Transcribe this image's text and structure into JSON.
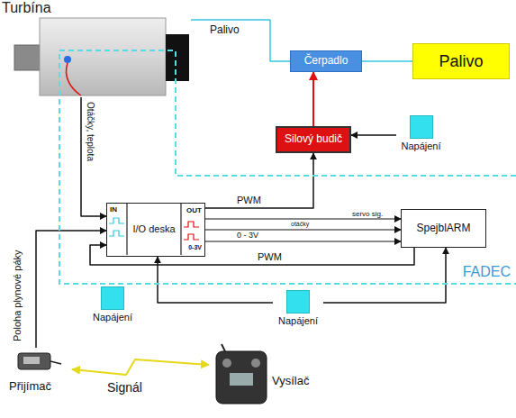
{
  "diagram": {
    "nodes": [
      {
        "text": [
          "Turbína"
        ]
      },
      {
        "text": [
          "Čerpadlo"
        ]
      },
      {
        "text": [
          "Palivo"
        ]
      },
      {
        "text": [
          "Silový budič"
        ]
      },
      {
        "text": [
          "Napájení"
        ]
      },
      {
        "text": [
          "FADEC"
        ]
      },
      {
        "text": [
          "IN",
          "I/O deska",
          "OUT",
          "0-3V"
        ],
        "in": 5
      },
      {
        "text": [
          "SpejblARM"
        ],
        "in": 5
      },
      {
        "text": [
          "Napájení"
        ]
      },
      {
        "text": [
          "Napájení"
        ]
      },
      {
        "text": [
          "Přijímač"
        ]
      },
      {
        "text": [
          "Vysílač"
        ]
      }
    ],
    "edges": [
      {
        "from": 1,
        "to": 0,
        "label": "Palivo",
        "arrow": "none"
      },
      {
        "from": 1,
        "to": 2,
        "arrow": "none"
      },
      {
        "from": 3,
        "to": 1,
        "arrow": "to"
      },
      {
        "from": 4,
        "to": 3,
        "arrow": "to"
      },
      {
        "from": 0,
        "to": 6,
        "label": "Otáčky, teplota",
        "arrow": "to"
      },
      {
        "from": 6,
        "to": 3,
        "label": "PWM",
        "arrow": "to"
      },
      {
        "from": 6,
        "to": 7,
        "label": "servo sig.",
        "arrow": "to"
      },
      {
        "from": 6,
        "to": 7,
        "label": "otáčky",
        "arrow": "to"
      },
      {
        "from": 6,
        "to": 7,
        "label": "0 - 3V",
        "arrow": "to"
      },
      {
        "from": 7,
        "to": 6,
        "label": "PWM",
        "arrow": "to"
      },
      {
        "from": 10,
        "to": 6,
        "label": "Poloha plynové páky",
        "arrow": "to"
      },
      {
        "from": 9,
        "to": 6,
        "arrow": "to"
      },
      {
        "from": 9,
        "to": 7,
        "arrow": "to"
      },
      {
        "from": 11,
        "to": 10,
        "label": "Signál",
        "arrow": "both"
      }
    ]
  }
}
